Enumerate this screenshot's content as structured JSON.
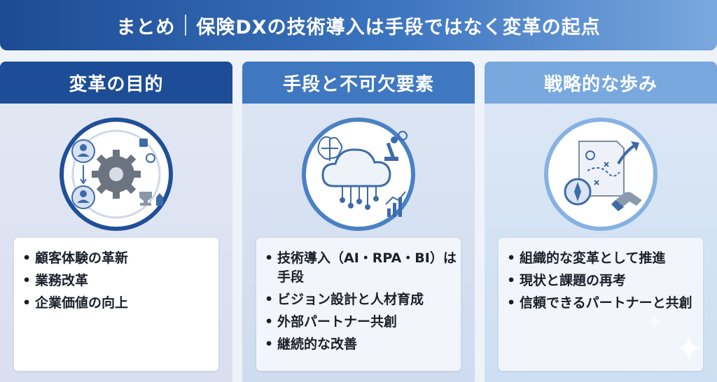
{
  "banner": {
    "title_left": "まとめ",
    "title_right": "保険DXの技術導入は手段ではなく変革の起点"
  },
  "cards": [
    {
      "heading": "変革の目的",
      "icon": "gear-cycle-icon",
      "items": [
        "顧客体験の革新",
        "業務改革",
        "企業価値の向上"
      ]
    },
    {
      "heading": "手段と不可欠要素",
      "icon": "cloud-ai-icon",
      "items": [
        "技術導入（AI・RPA・BI）は手段",
        "ビジョン設計と人材育成",
        "外部パートナー共創",
        "継続的な改善"
      ]
    },
    {
      "heading": "戦略的な歩み",
      "icon": "strategy-map-icon",
      "items": [
        "組織的な変革として推進",
        "現状と課題の再考",
        "信頼できるパートナーと共創"
      ]
    }
  ],
  "colors": {
    "dark_blue": "#1d4d96",
    "mid_blue": "#3f78c0",
    "light_blue": "#78a8dd"
  }
}
